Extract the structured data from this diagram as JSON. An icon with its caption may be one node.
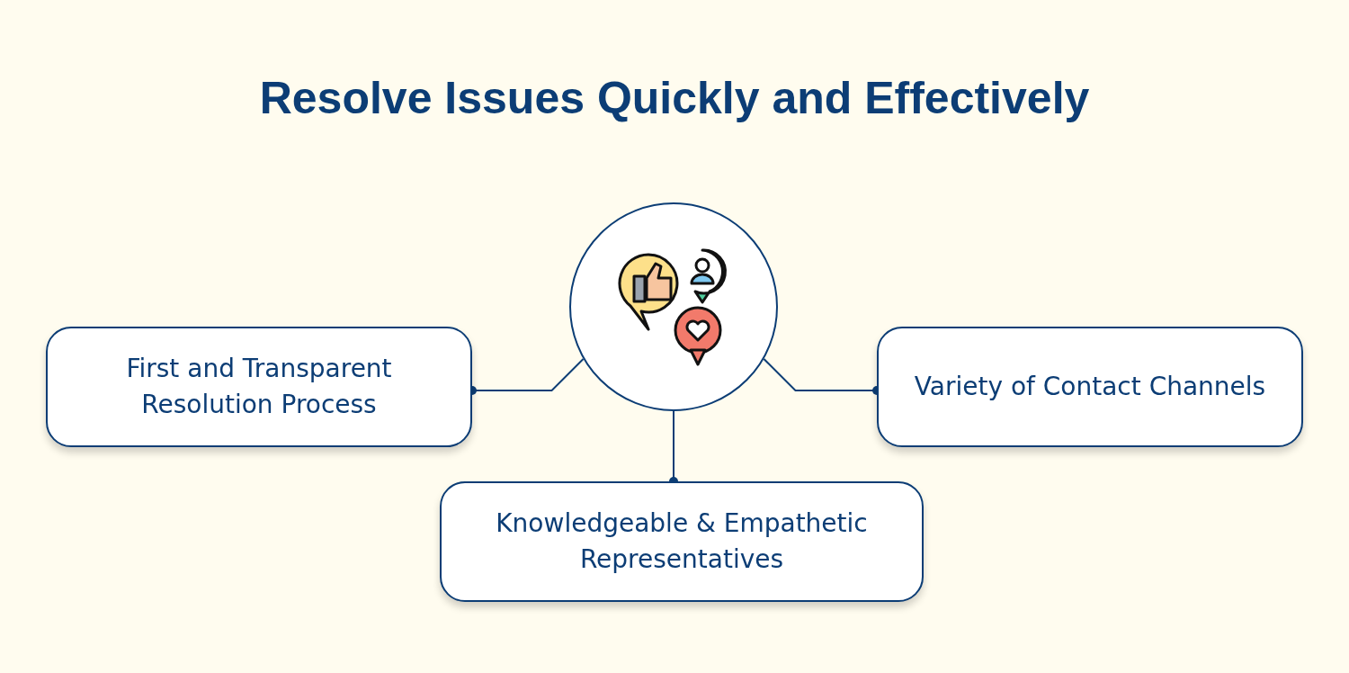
{
  "diagram": {
    "title": "Resolve Issues Quickly and Effectively",
    "nodes": [
      {
        "text": [],
        "shape": "circle"
      },
      {
        "text": [
          "First and Transparent Resolution Process"
        ]
      },
      {
        "text": [
          "Variety of Contact Channels"
        ]
      },
      {
        "text": [
          "Knowledgeable & Empathetic Representatives"
        ]
      }
    ],
    "edges": [
      {
        "from": 0,
        "to": 1,
        "arrow": "other"
      },
      {
        "from": 0,
        "to": 2,
        "arrow": "other"
      },
      {
        "from": 0,
        "to": 3,
        "arrow": "other"
      }
    ]
  }
}
